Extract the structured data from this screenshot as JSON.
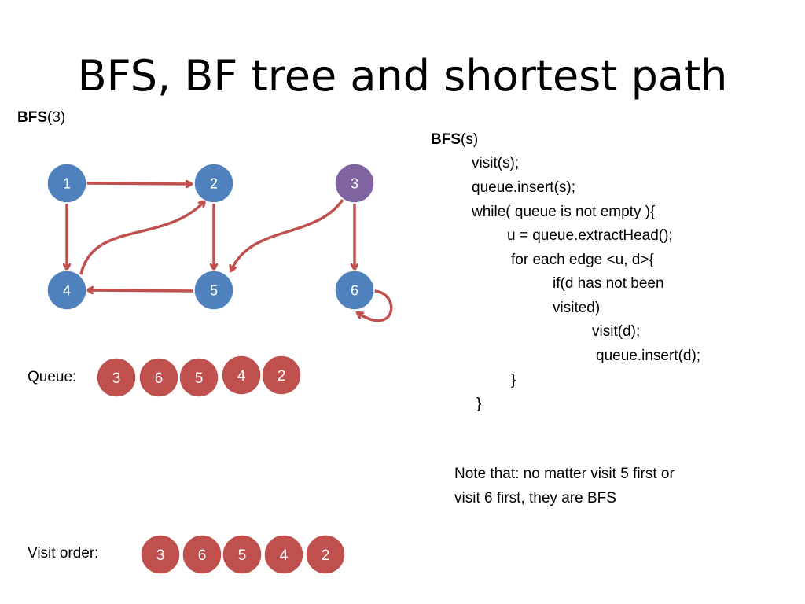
{
  "title": "BFS, BF tree and shortest path",
  "call": {
    "name": "BFS",
    "args": "(3)"
  },
  "graph": {
    "nodes": [
      {
        "label": "1",
        "color": "#4f81bd"
      },
      {
        "label": "2",
        "color": "#4f81bd"
      },
      {
        "label": "3",
        "color": "#8064a2"
      },
      {
        "label": "4",
        "color": "#4f81bd"
      },
      {
        "label": "5",
        "color": "#4f81bd"
      },
      {
        "label": "6",
        "color": "#4f81bd"
      }
    ],
    "edges": [
      {
        "from": "1",
        "to": "2"
      },
      {
        "from": "1",
        "to": "4"
      },
      {
        "from": "2",
        "to": "5"
      },
      {
        "from": "4",
        "to": "2"
      },
      {
        "from": "5",
        "to": "4"
      },
      {
        "from": "3",
        "to": "5"
      },
      {
        "from": "3",
        "to": "6"
      },
      {
        "from": "6",
        "to": "6"
      }
    ],
    "edge_color": "#c0504d"
  },
  "queue": {
    "label": "Queue:",
    "items": [
      "3",
      "6",
      "5",
      "4",
      "2"
    ]
  },
  "visit_order": {
    "label": "Visit order:",
    "items": [
      "3",
      "6",
      "5",
      "4",
      "2"
    ]
  },
  "ball_color": "#c0504d",
  "pseudocode": {
    "name": "BFS",
    "args": "(s)",
    "lines": [
      "visit(s);",
      "queue.insert(s);",
      "while( queue is not empty ){",
      "u = queue.extractHead();",
      "for each edge <u, d>{",
      "if(d has not been",
      "visited)",
      "visit(d);",
      "queue.insert(d);",
      "}",
      "}"
    ]
  },
  "note": "Note that: no matter visit 5 first or visit 6 first, they are BFS"
}
